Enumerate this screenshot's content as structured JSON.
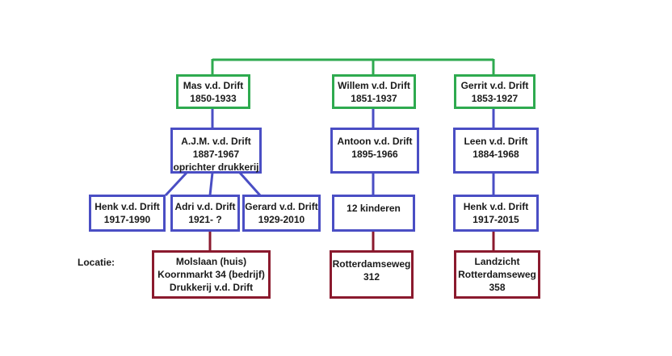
{
  "colors": {
    "green": "#2eaa4f",
    "blue": "#4a4ec4",
    "red": "#8b1a2e"
  },
  "gen1": {
    "mas": [
      "Mas v.d. Drift",
      "1850-1933"
    ],
    "willem": [
      "Willem v.d. Drift",
      "1851-1937"
    ],
    "gerrit": [
      "Gerrit v.d. Drift",
      "1853-1927"
    ]
  },
  "gen2": {
    "ajm": [
      "A.J.M. v.d. Drift",
      "1887-1967",
      "oprichter drukkerij"
    ],
    "antoon": [
      "Antoon v.d. Drift",
      "1895-1966"
    ],
    "leen": [
      "Leen v.d. Drift",
      "1884-1968"
    ]
  },
  "gen3": {
    "henk1": [
      "Henk v.d. Drift",
      "1917-1990"
    ],
    "adri": [
      "Adri v.d. Drift",
      "1921- ?"
    ],
    "gerard": [
      "Gerard v.d. Drift",
      "1929-2010"
    ],
    "kinderen": [
      "12 kinderen"
    ],
    "henk2": [
      "Henk v.d. Drift",
      "1917-2015"
    ]
  },
  "locatie_label": "Locatie:",
  "locations": {
    "molslaan": [
      "Molslaan (huis)",
      "Koornmarkt 34 (bedrijf)",
      "Drukkerij v.d. Drift"
    ],
    "rotterdamseweg": [
      "Rotterdamseweg",
      "312"
    ],
    "landzicht": [
      "Landzicht",
      "Rotterdamseweg",
      "358"
    ]
  }
}
